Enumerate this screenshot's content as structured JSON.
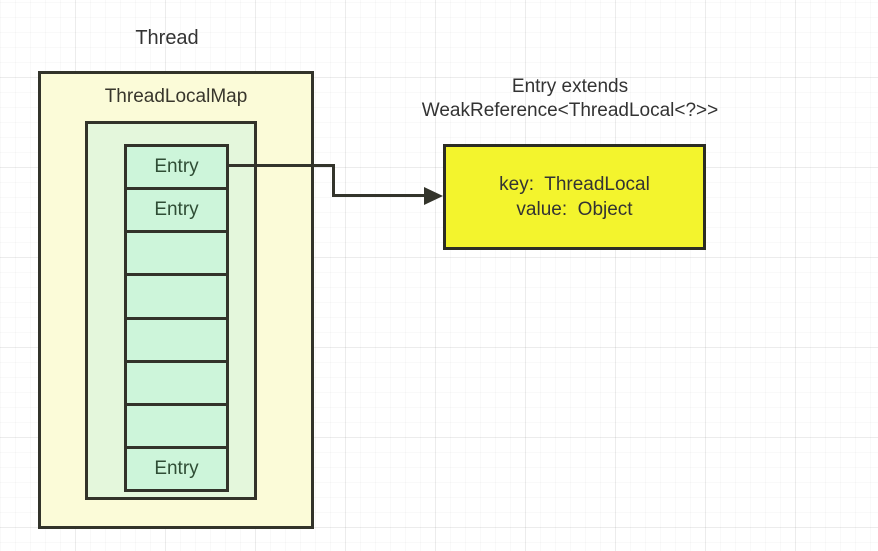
{
  "diagram": {
    "thread_label": "Thread",
    "map": {
      "title": "ThreadLocalMap",
      "cells": [
        {
          "label": "Entry"
        },
        {
          "label": "Entry"
        },
        {
          "label": ""
        },
        {
          "label": ""
        },
        {
          "label": ""
        },
        {
          "label": ""
        },
        {
          "label": ""
        },
        {
          "label": "Entry"
        }
      ]
    },
    "entry_note": {
      "line1": "Entry extends",
      "line2": "WeakReference<ThreadLocal<?>>"
    },
    "entry_detail": {
      "key_line": "key:  ThreadLocal",
      "value_line": "value:  Object"
    },
    "colors": {
      "outer_box_fill": "#fbfbd8",
      "inner_box_fill": "#e4f7dc",
      "cell_fill": "#cdf5da",
      "detail_box_fill": "#f3f42d",
      "border": "#32332a",
      "entry_text": "#2f4d35",
      "text": "#333333"
    }
  }
}
